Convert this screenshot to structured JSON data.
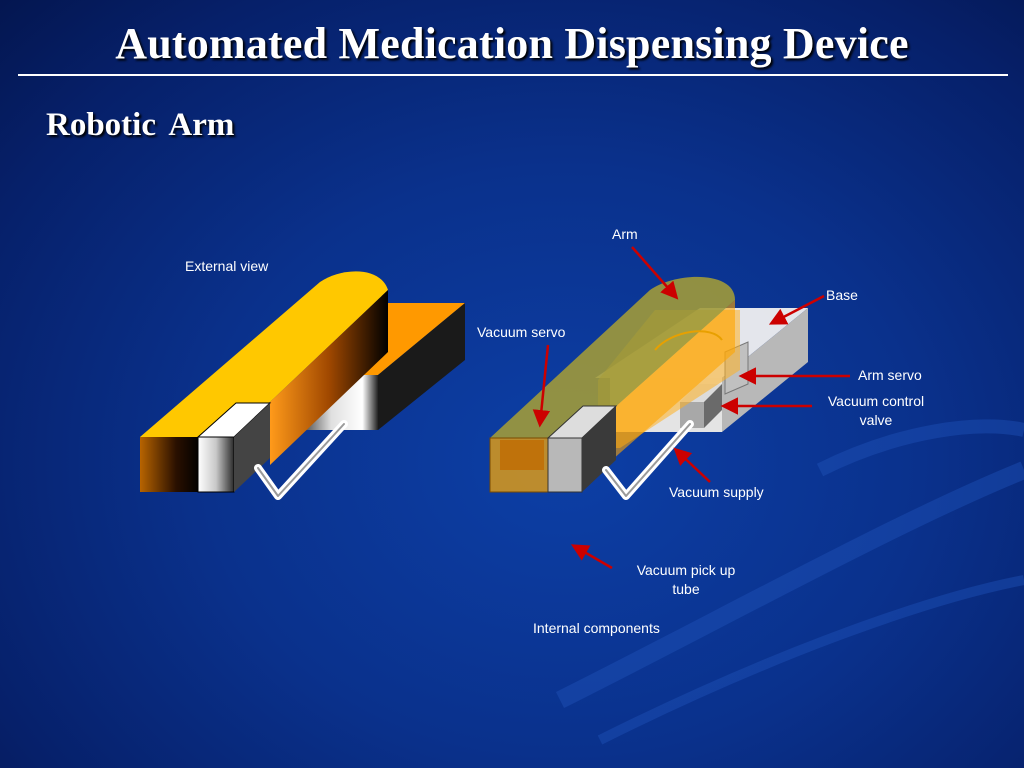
{
  "slide": {
    "title": "Automated Medication Dispensing Device",
    "subtitle": "Robotic  Arm"
  },
  "diagram": {
    "external_view_label": "External view",
    "internal_view_label": "Internal components",
    "callouts": {
      "arm": "Arm",
      "base": "Base",
      "vacuum_servo": "Vacuum servo",
      "arm_servo": "Arm servo",
      "vacuum_control_valve_line1": "Vacuum control",
      "vacuum_control_valve_line2": "valve",
      "vacuum_supply": "Vacuum supply",
      "vacuum_pickup_tube_line1": "Vacuum pick up",
      "vacuum_pickup_tube_line2": "tube"
    }
  },
  "colors": {
    "arm_yellow": "#ffc800",
    "base_orange": "#ff9900",
    "callout_arrow": "#cc0000",
    "background": "#0a318c"
  }
}
